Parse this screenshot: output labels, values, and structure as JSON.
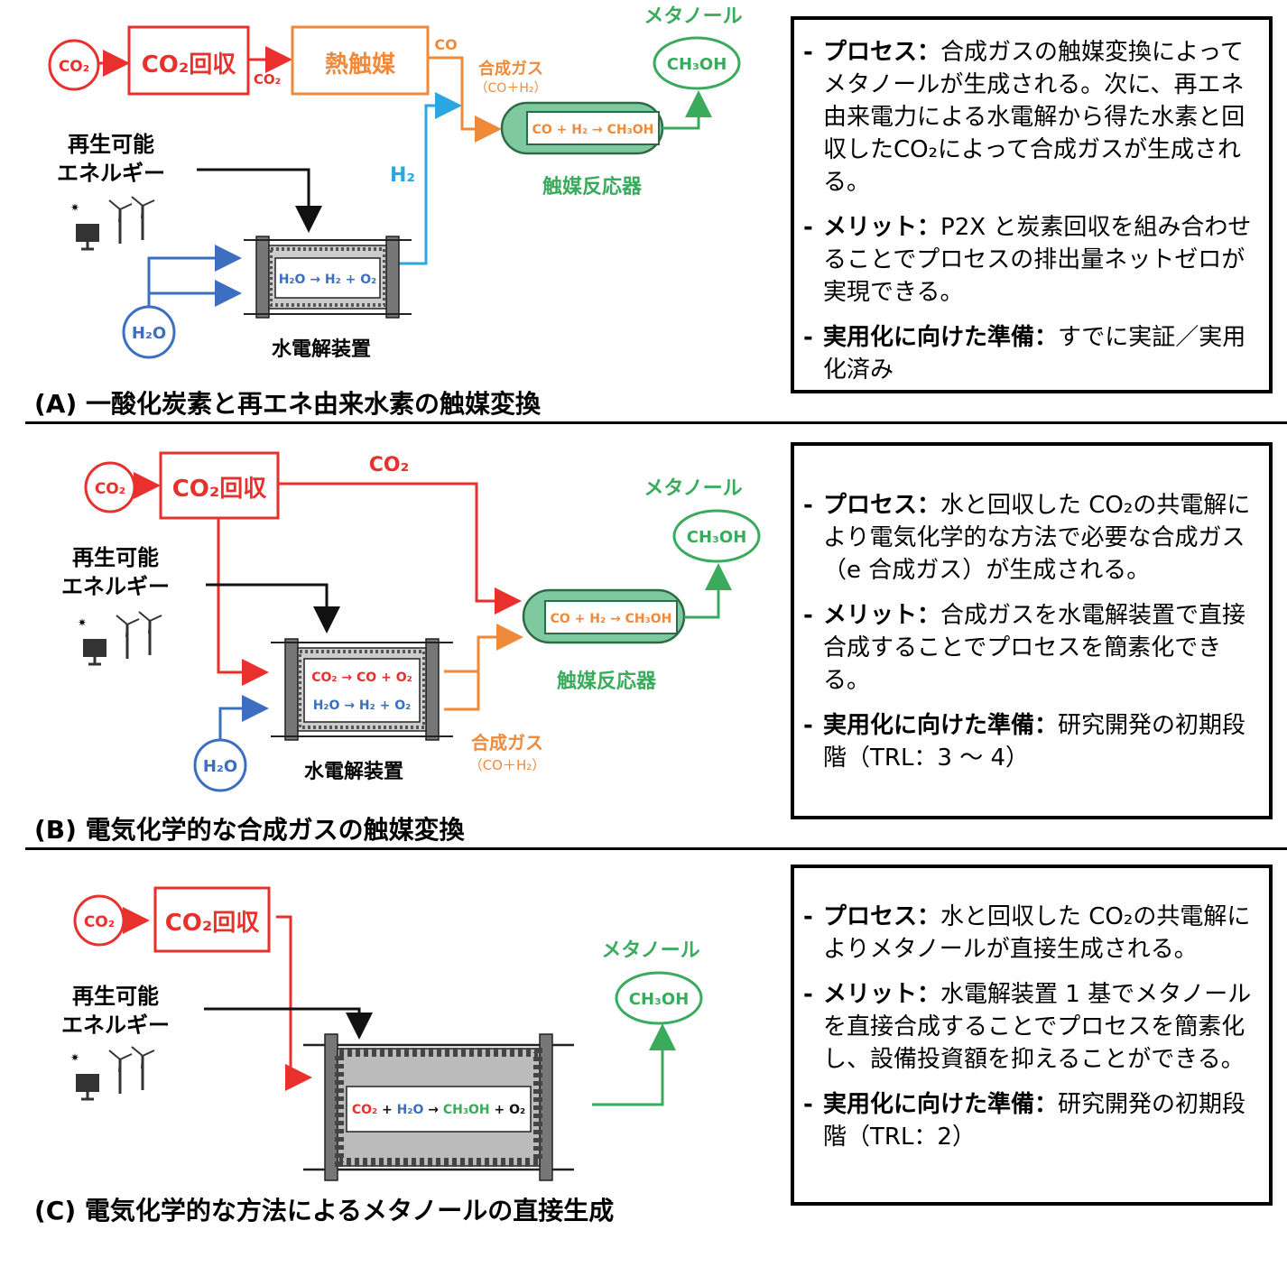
{
  "colors": {
    "red": "#e8302d",
    "orange": "#ef8a3a",
    "green": "#3aaa5c",
    "blue": "#3d6fc0",
    "lightblue": "#2aa6e0",
    "black": "#111111",
    "reactor_fill": "#7fc9a0"
  },
  "common": {
    "co2_circle": "CO₂",
    "h2o_circle": "H₂O",
    "ch3oh_oval": "CH₃OH",
    "methanol": "メタノール",
    "renewable_line1": "再生可能",
    "renewable_line2": "エネルギー",
    "electrolyzer": "水電解装置",
    "reactor": "触媒反応器",
    "syngas": "合成ガス",
    "syngas_formula": "（CO＋H₂）",
    "reaction": "CO + H₂ → CH₃OH"
  },
  "panel_a": {
    "capture_box": "CO₂回収",
    "co2_small": "CO₂",
    "thermal_box": "熱触媒",
    "co_label": "CO",
    "h2_label": "H₂",
    "electrolysis_reaction": "H₂O → H₂ + O₂",
    "caption": "(A) 一酸化炭素と再エネ由来水素の触媒変換",
    "info": [
      {
        "key": "プロセス：",
        "text": "合成ガスの触媒変換によってメタノールが生成される。次に、再エネ由来電力による水電解から得た水素と回収したCO₂によって合成ガスが生成される。"
      },
      {
        "key": "メリット：",
        "text": "P2X と炭素回収を組み合わせることでプロセスの排出量ネットゼロが実現できる。"
      },
      {
        "key": "実用化に向けた準備：",
        "text": "すでに実証／実用化済み"
      }
    ]
  },
  "panel_b": {
    "capture_box": "CO₂回収",
    "co2_label": "CO₂",
    "reaction_co2": "CO₂ → CO + O₂",
    "reaction_h2o": "H₂O → H₂ + O₂",
    "caption": "(B) 電気化学的な合成ガスの触媒変換",
    "info": [
      {
        "key": "プロセス：",
        "text": "水と回収した CO₂の共電解により電気化学的な方法で必要な合成ガス（e 合成ガス）が生成される。"
      },
      {
        "key": "メリット：",
        "text": "合成ガスを水電解装置で直接合成することでプロセスを簡素化できる。"
      },
      {
        "key": "実用化に向けた準備：",
        "text": "研究開発の初期段階（TRL：3 ～ 4）"
      }
    ]
  },
  "panel_c": {
    "capture_box": "CO₂回収",
    "reaction_parts": {
      "co2": "CO₂",
      "plus1": " + ",
      "h2o": "H₂O",
      "arrow": " → ",
      "ch3oh": "CH₃OH",
      "plus2": " + O₂"
    },
    "caption": "(C) 電気化学的な方法によるメタノールの直接生成",
    "info": [
      {
        "key": "プロセス：",
        "text": "水と回収した CO₂の共電解によりメタノールが直接生成される。"
      },
      {
        "key": "メリット：",
        "text": "水電解装置 1 基でメタノールを直接合成することでプロセスを簡素化し、設備投資額を抑えることができる。"
      },
      {
        "key": "実用化に向けた準備：",
        "text": "研究開発の初期段階（TRL：2）"
      }
    ]
  }
}
